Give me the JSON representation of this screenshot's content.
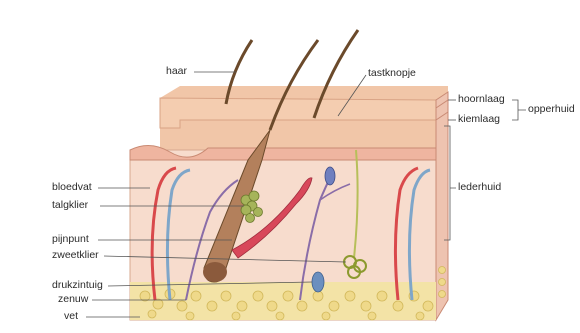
{
  "diagram": {
    "labels": {
      "haar": "haar",
      "tastknopje": "tastknopje",
      "hoornlaag": "hoornlaag",
      "kiemlaag": "kiemlaag",
      "opperhuid": "opperhuid",
      "lederhuid": "lederhuid",
      "bloedvat": "bloedvat",
      "talgklier": "talgklier",
      "pijnpunt": "pijnpunt",
      "zweetklier": "zweetklier",
      "drukzintuig": "drukzintuig",
      "zenuw": "zenuw",
      "vet": "vet"
    },
    "colors": {
      "skin_top": "#f1c6a8",
      "epidermis": "#f5d2b8",
      "dermis": "#f7dccd",
      "side_face": "#eec3b0",
      "fat": "#f3e3a6",
      "artery": "#d9494b",
      "vein": "#7fa6c9",
      "nerve": "#8a6da8",
      "hair": "#6b4a2b",
      "muscle": "#d8475a",
      "gland": "#b7bf5a",
      "leader": "#555555"
    }
  }
}
